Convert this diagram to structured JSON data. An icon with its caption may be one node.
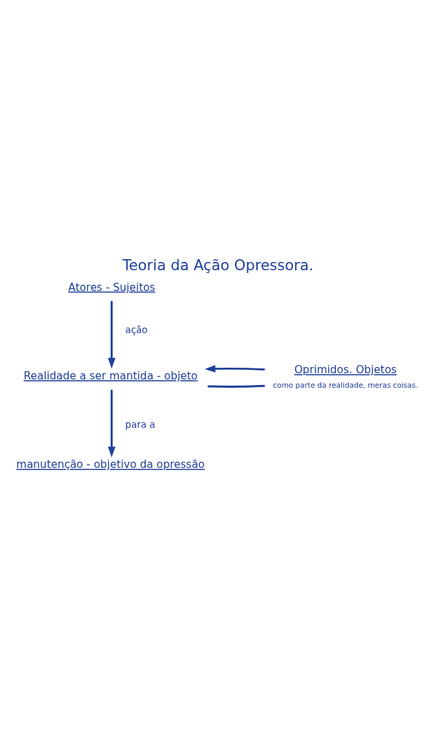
{
  "diagram": {
    "title": "Teoria da Ação Opressora.",
    "nodes": [
      {
        "text": [
          "Atores - Sujeitos"
        ]
      },
      {
        "text": [
          "Realidade a ser mantida - objeto"
        ]
      },
      {
        "text": [
          "Oprimidos. Objetos"
        ],
        "beside": [
          "como parte da realidade, meras coisas."
        ]
      },
      {
        "text": [
          "manutenção - objetivo da opressão"
        ]
      }
    ],
    "edges": [
      {
        "from": 0,
        "to": 1,
        "arrow": "to",
        "label": "ação"
      },
      {
        "from": 1,
        "to": 2,
        "arrow": "none"
      },
      {
        "from": 2,
        "to": 1,
        "arrow": "to"
      },
      {
        "from": 1,
        "to": 3,
        "arrow": "to",
        "label": "para a"
      }
    ]
  }
}
